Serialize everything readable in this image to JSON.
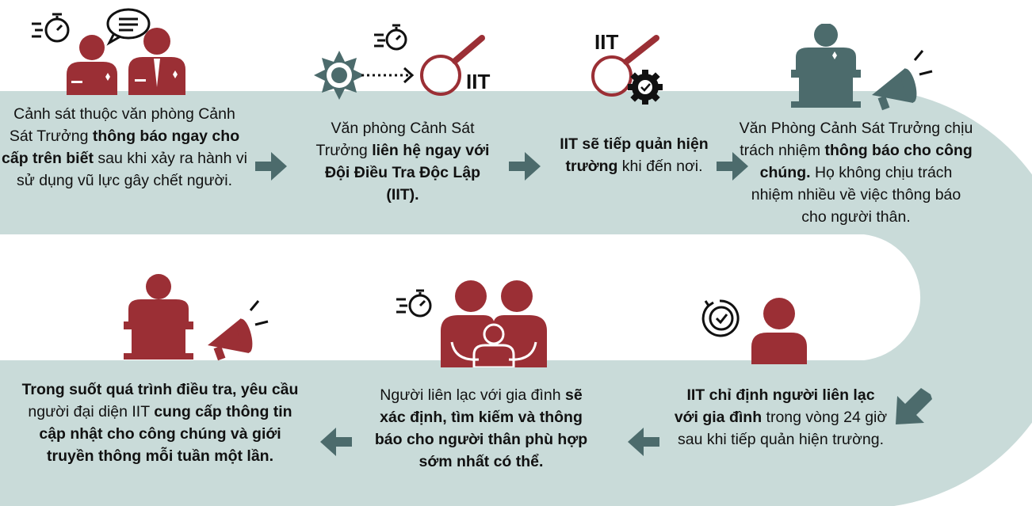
{
  "steps": [
    {
      "id": "step-1",
      "parts": [
        {
          "t": "Cảnh sát thuộc văn phòng Cảnh Sát Trưởng ",
          "b": false
        },
        {
          "t": "thông báo ngay cho cấp trên biết",
          "b": true
        },
        {
          "t": " sau khi xảy ra hành vi sử dụng vũ lực gây chết người.",
          "b": false
        }
      ]
    },
    {
      "id": "step-2",
      "parts": [
        {
          "t": "Văn phòng Cảnh Sát Trưởng ",
          "b": false
        },
        {
          "t": "liên hệ ngay với Đội Điều Tra Độc Lập (IIT).",
          "b": true
        }
      ]
    },
    {
      "id": "step-3",
      "parts": [
        {
          "t": "IIT sẽ tiếp quản hiện trường",
          "b": true
        },
        {
          "t": " khi đến nơi.",
          "b": false
        }
      ]
    },
    {
      "id": "step-4",
      "parts": [
        {
          "t": "Văn Phòng Cảnh Sát Trưởng chịu trách nhiệm ",
          "b": false
        },
        {
          "t": "thông báo cho công chúng.",
          "b": true
        },
        {
          "t": " Họ không chịu trách nhiệm nhiều về việc thông báo cho người thân.",
          "b": false
        }
      ]
    },
    {
      "id": "step-5",
      "parts": [
        {
          "t": "IIT chỉ định người liên lạc với gia đình",
          "b": true
        },
        {
          "t": " trong vòng 24 giờ sau khi tiếp quản hiện trường.",
          "b": false
        }
      ]
    },
    {
      "id": "step-6",
      "parts": [
        {
          "t": "Người liên lạc với gia đình ",
          "b": false
        },
        {
          "t": "sẽ xác định, tìm kiếm và thông báo cho người thân phù hợp sớm nhất có thể.",
          "b": true
        }
      ]
    },
    {
      "id": "step-7",
      "parts": [
        {
          "t": "Trong suốt quá trình điều tra, ",
          "b": true
        },
        {
          "t": "yêu cầu",
          "b": true
        },
        {
          "t": " người đại diện IIT ",
          "b": false
        },
        {
          "t": "cung cấp thông tin cập nhật cho công chúng và giới truyền thông mỗi tuần một lần.",
          "b": true
        }
      ]
    }
  ],
  "iit_label": "IIT",
  "colors": {
    "band": "#c9dbd9",
    "arrow": "#4c6b6c",
    "icon": "#9b2f35",
    "stroke": "#111111"
  }
}
